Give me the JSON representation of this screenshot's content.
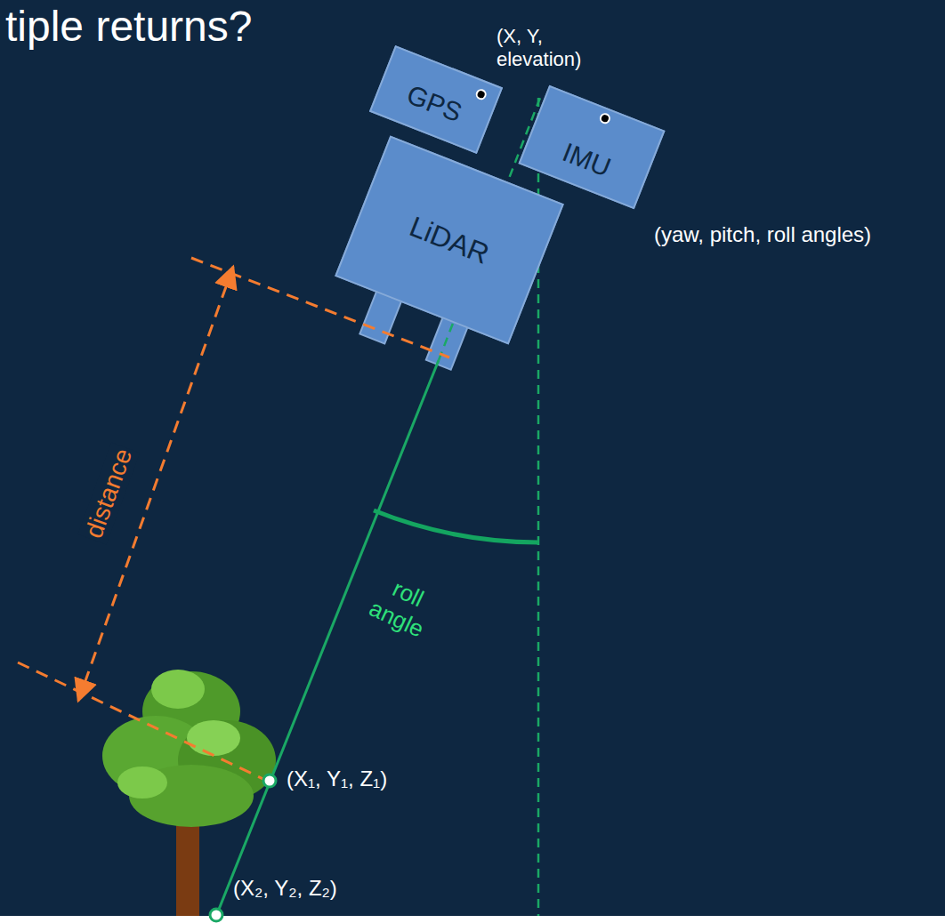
{
  "diagram": {
    "title": "tiple returns?",
    "nodes": [
      {
        "text": [
          "GPS"
        ]
      },
      {
        "text": [
          "IMU"
        ]
      },
      {
        "text": [
          "LiDAR"
        ]
      }
    ],
    "labels": [
      "(X, Y, elevation)",
      "(yaw, pitch, roll angles)",
      "distance",
      "roll angle",
      "(X₁, Y₁, Z₁)",
      "(X₂, Y₂, Z₂)"
    ]
  }
}
